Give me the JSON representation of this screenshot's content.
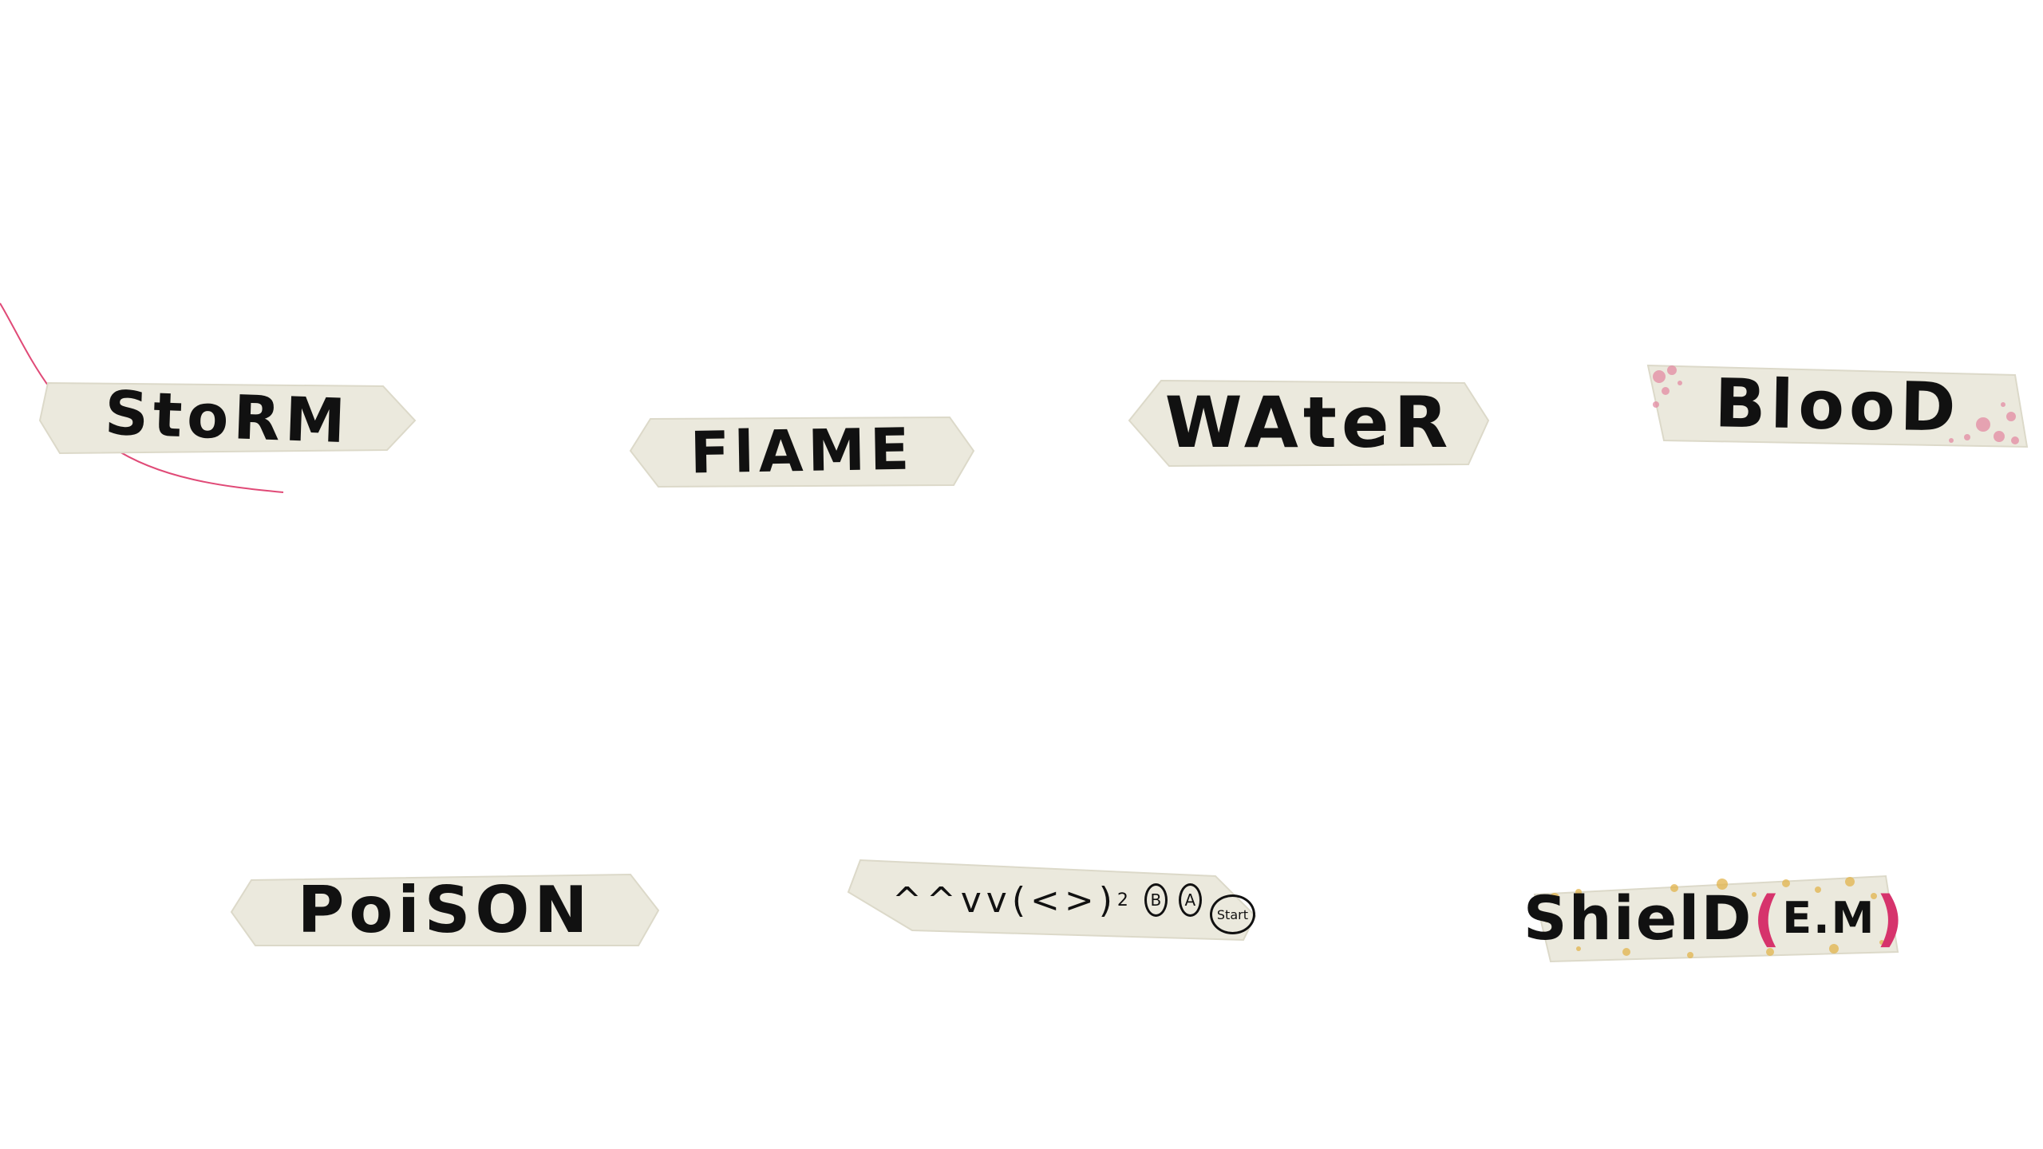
{
  "labels": {
    "storm": "StoRM",
    "flame": "FlAME",
    "water": "WAteR",
    "blood": "BlooD",
    "poison": "PoiSON",
    "shield_main": "ShielD",
    "shield_paren_open": "(",
    "shield_suffix": "E.M",
    "shield_paren_close": ")"
  },
  "combo": {
    "arrows": "^^vv(<>)",
    "exponent": "2",
    "button_b": "B",
    "button_a": "A",
    "button_start": "Start"
  },
  "colors": {
    "tape": "#ebe9dd",
    "tape_edge": "#dcd9c9",
    "ink": "#111111",
    "accent_pink": "#d6336c",
    "blood_splatter": "#e38ba3",
    "gold_splatter": "#e2b44c"
  }
}
